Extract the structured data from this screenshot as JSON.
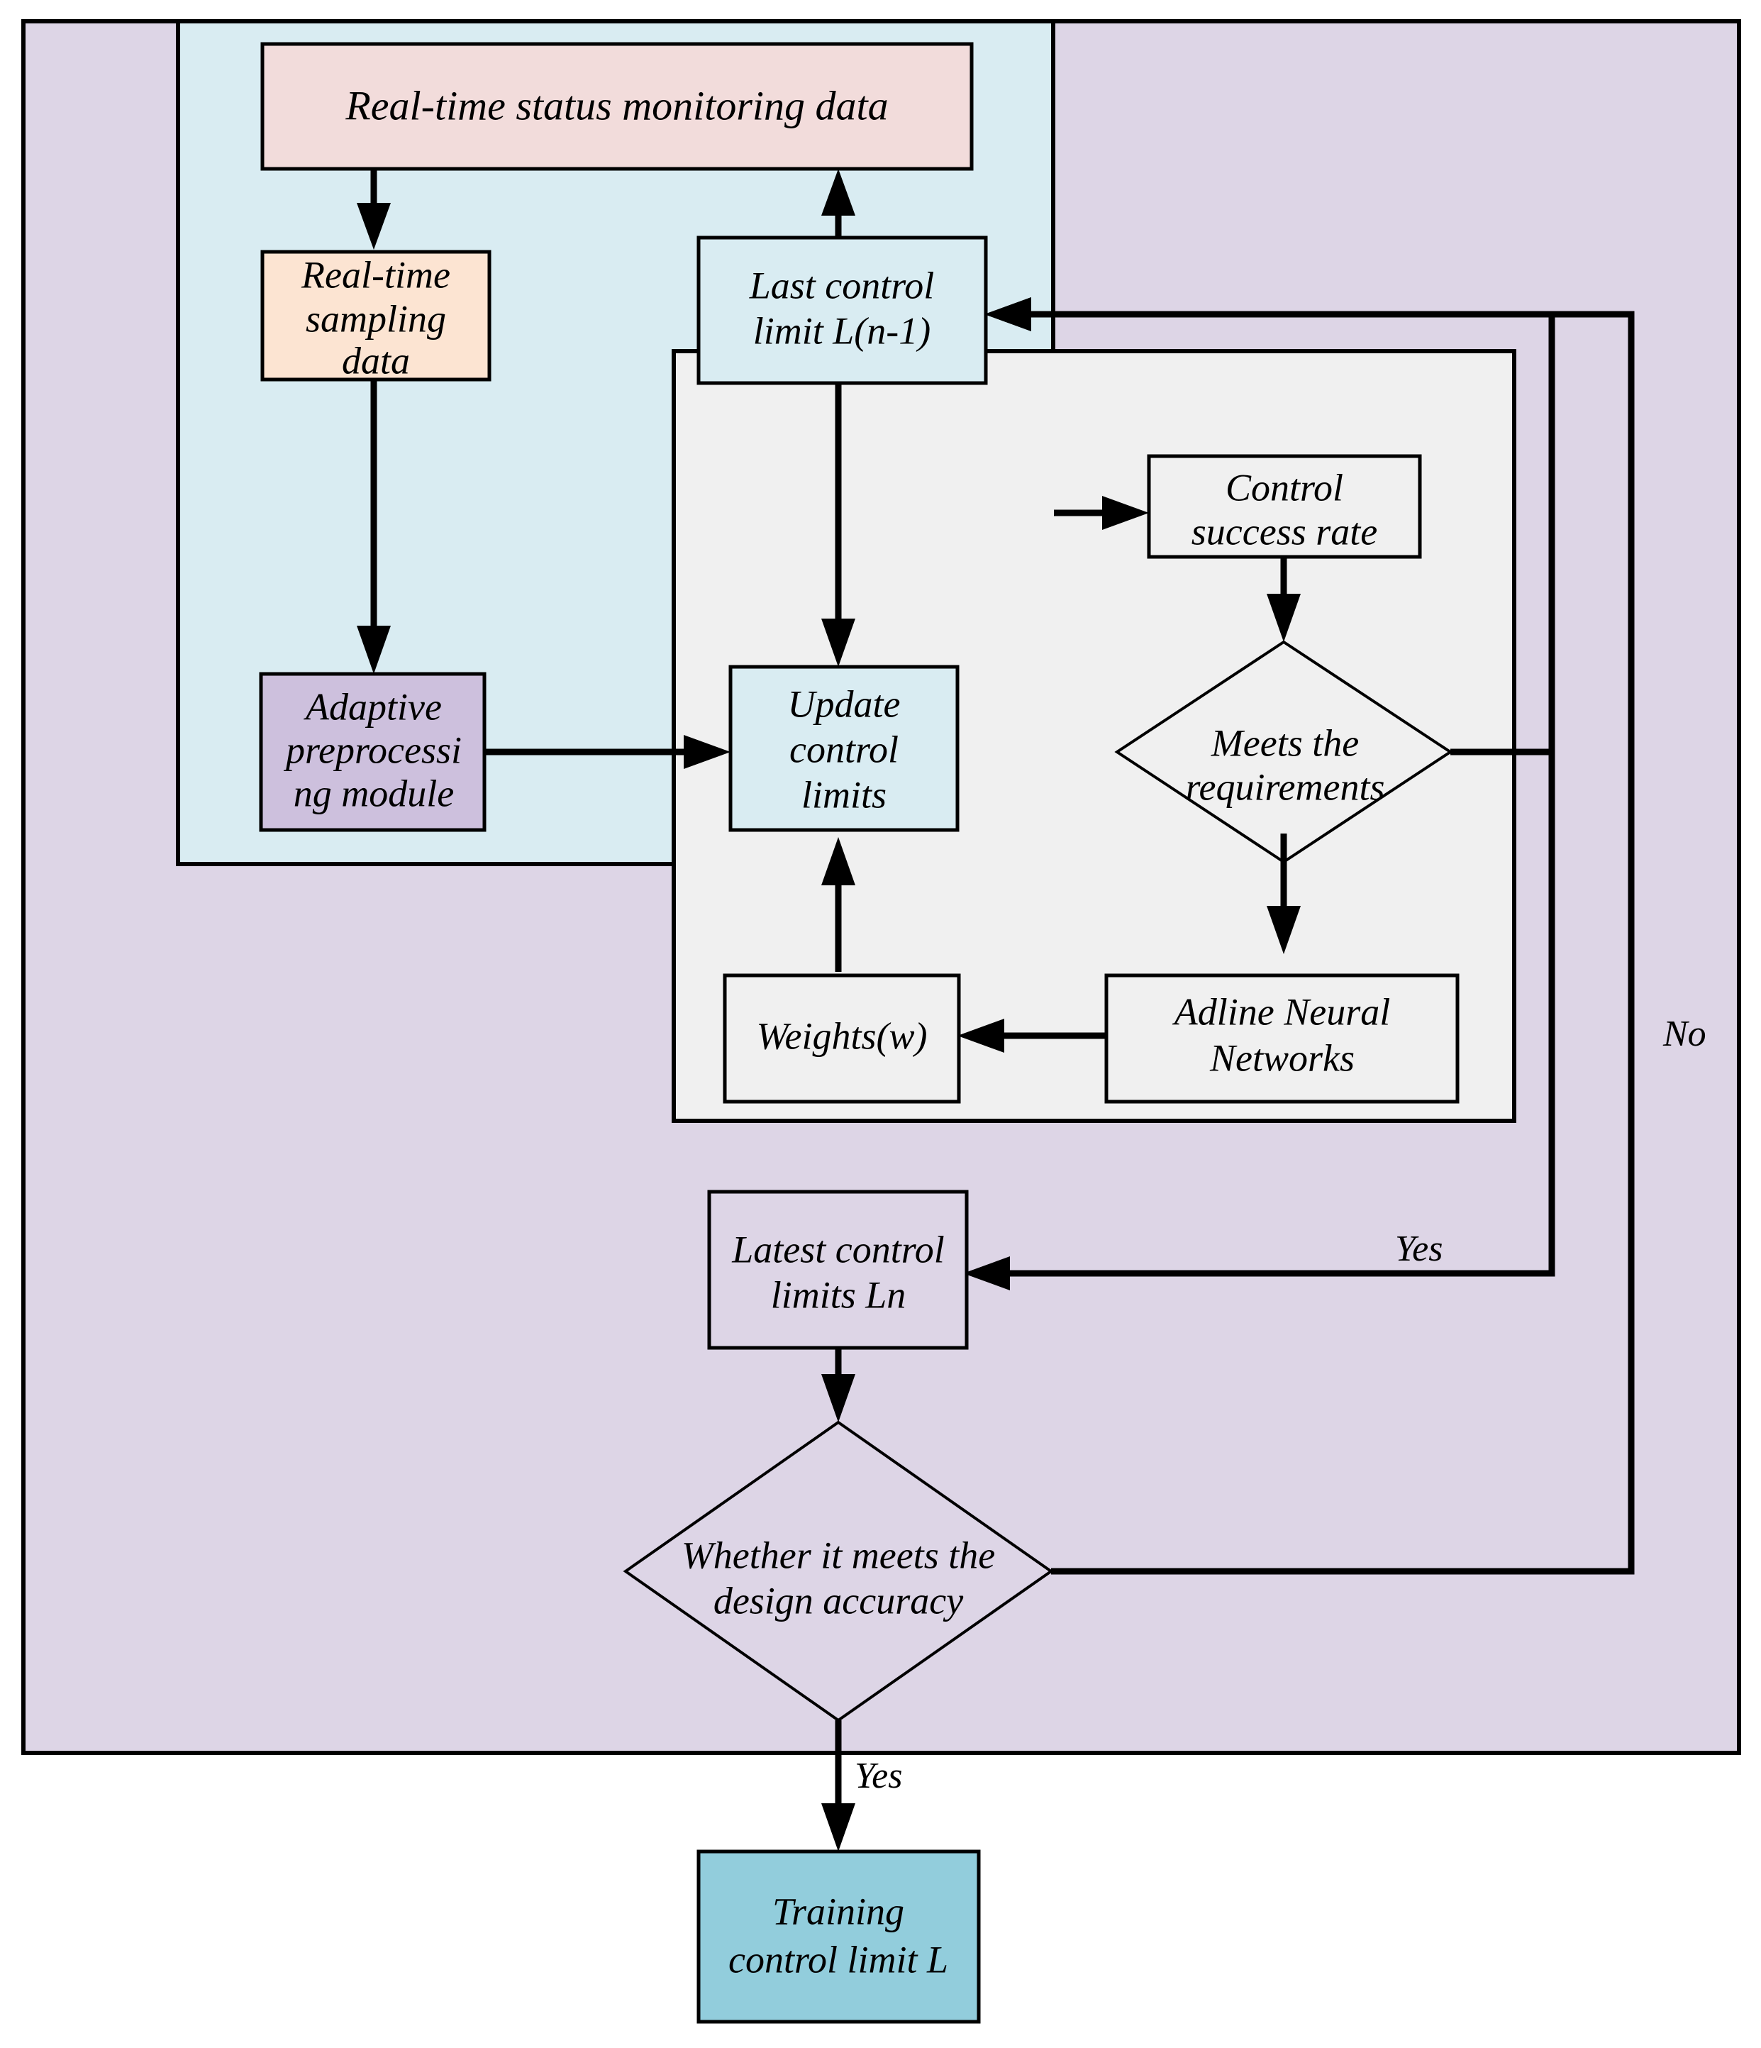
{
  "diagram": {
    "title": "Adaptive control limit training flowchart",
    "colors": {
      "outer_panel": "#ddd5e6",
      "blue_panel": "#d9ecf2",
      "grey_panel": "#f0f0f0",
      "rose_box": "#f2dcdb",
      "peach_box": "#fce4d2",
      "purple_box": "#cdc0dd",
      "lavender_box": "#ddd5e6",
      "teal_box": "#92cddc",
      "plain_box": "#f0f0f0",
      "outline": "#000000"
    },
    "panels": [
      {
        "name": "outer-lavender-panel",
        "fill": "#ddd5e6"
      },
      {
        "name": "blue-subsystem-panel",
        "fill": "#d9ecf2"
      },
      {
        "name": "grey-learning-panel",
        "fill": "#f0f0f0"
      }
    ],
    "nodes": [
      {
        "id": "realtime-status",
        "label": "Real-time status monitoring data",
        "lines": [
          "Real-time status monitoring data"
        ],
        "shape": "rect",
        "fill": "#f2dcdb",
        "font_size": 58
      },
      {
        "id": "realtime-sampling",
        "label": "Real-time sampling data",
        "lines": [
          "Real-time",
          "sampling",
          "data"
        ],
        "shape": "rect",
        "fill": "#fce4d2",
        "font_size": 54
      },
      {
        "id": "adaptive-preprocessing",
        "label": "Adaptive preprocessing module",
        "lines": [
          "Adaptive",
          "preprocessi",
          "ng module"
        ],
        "shape": "rect",
        "fill": "#cdc0dd",
        "font_size": 54
      },
      {
        "id": "last-control-limit",
        "label": "Last control limit L(n-1)",
        "lines": [
          "Last control",
          "limit L(n-1)"
        ],
        "shape": "rect",
        "fill": "#d9ecf2",
        "font_size": 54
      },
      {
        "id": "update-control-limits",
        "label": "Update control limits",
        "lines": [
          "Update",
          "control",
          "limits"
        ],
        "shape": "rect",
        "fill": "#d9ecf2",
        "font_size": 54
      },
      {
        "id": "control-success-rate",
        "label": "Control success rate",
        "lines": [
          "Control",
          "success rate"
        ],
        "shape": "rect",
        "fill": "#f0f0f0",
        "font_size": 54
      },
      {
        "id": "meets-requirements",
        "label": "Meets the requirements",
        "lines": [
          "Meets the",
          "requirements"
        ],
        "shape": "diamond",
        "fill": "none",
        "font_size": 54
      },
      {
        "id": "adline-neural-networks",
        "label": "Adline Neural Networks",
        "lines": [
          "Adline Neural",
          "Networks"
        ],
        "shape": "rect",
        "fill": "#f0f0f0",
        "font_size": 54
      },
      {
        "id": "weights",
        "label": "Weights(w)",
        "lines": [
          "Weights(w)"
        ],
        "shape": "rect",
        "fill": "#f0f0f0",
        "font_size": 54
      },
      {
        "id": "latest-control-limits",
        "label": "Latest control limits Ln",
        "lines": [
          "Latest control",
          "limits Ln"
        ],
        "shape": "rect",
        "fill": "#ddd5e6",
        "font_size": 54
      },
      {
        "id": "design-accuracy",
        "label": "Whether it meets the design accuracy",
        "lines": [
          "Whether it meets the",
          "design accuracy"
        ],
        "shape": "diamond",
        "fill": "none",
        "font_size": 54
      },
      {
        "id": "training-control-limit",
        "label": "Training control limit L",
        "lines": [
          "Training",
          "control limit L"
        ],
        "shape": "rect",
        "fill": "#92cddc",
        "font_size": 54
      }
    ],
    "edge_labels": [
      {
        "id": "no-label",
        "text": "No"
      },
      {
        "id": "yes-label-requirements",
        "text": "Yes"
      },
      {
        "id": "yes-label-accuracy",
        "text": "Yes"
      }
    ],
    "edges": [
      {
        "from": "realtime-status",
        "to": "realtime-sampling"
      },
      {
        "from": "realtime-sampling",
        "to": "adaptive-preprocessing"
      },
      {
        "from": "adaptive-preprocessing",
        "to": "update-control-limits"
      },
      {
        "from": "last-control-limit",
        "to": "realtime-status"
      },
      {
        "from": "last-control-limit",
        "to": "update-control-limits"
      },
      {
        "from": "blue-subsystem-panel",
        "to": "control-success-rate"
      },
      {
        "from": "control-success-rate",
        "to": "meets-requirements"
      },
      {
        "from": "meets-requirements",
        "to": "adline-neural-networks"
      },
      {
        "from": "adline-neural-networks",
        "to": "weights"
      },
      {
        "from": "weights",
        "to": "update-control-limits"
      },
      {
        "from": "meets-requirements",
        "to": "last-control-limit",
        "label": "No"
      },
      {
        "from": "meets-requirements",
        "to": "latest-control-limits",
        "label": "Yes"
      },
      {
        "from": "latest-control-limits",
        "to": "design-accuracy"
      },
      {
        "from": "design-accuracy",
        "to": "last-control-limit",
        "label": "No"
      },
      {
        "from": "design-accuracy",
        "to": "training-control-limit",
        "label": "Yes"
      }
    ]
  }
}
